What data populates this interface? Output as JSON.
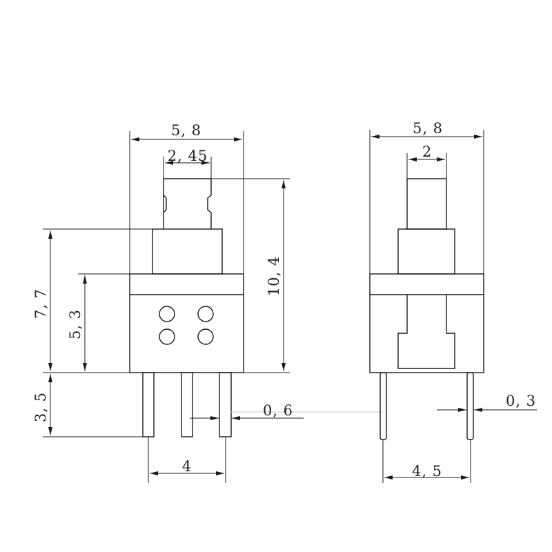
{
  "front_view": {
    "width_overall": "5, 8",
    "stem_width": "2, 45",
    "height_overall": "10, 4",
    "height_to_shoulder": "7, 7",
    "body_height": "5, 3",
    "pin_length": "3, 5",
    "pin_pitch": "4",
    "pin_width": "0, 6"
  },
  "side_view": {
    "width_overall": "5, 8",
    "stem_width": "2",
    "pin_thickness": "0, 3",
    "pin_spacing": "4, 5"
  },
  "colors": {
    "line": "#1a1a1a",
    "background": "#ffffff"
  }
}
